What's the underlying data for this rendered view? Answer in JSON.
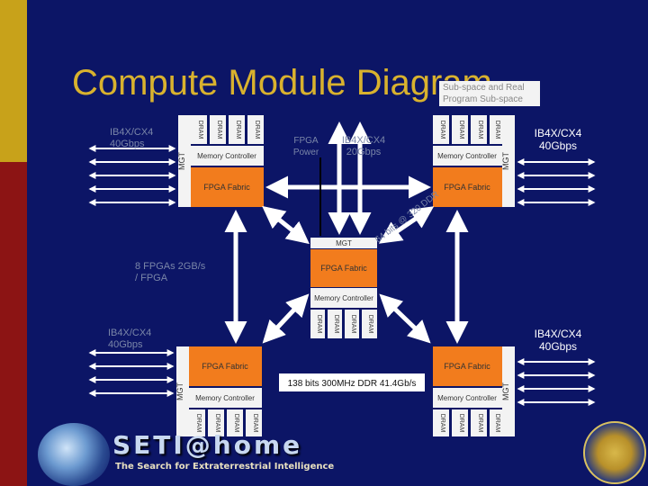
{
  "title": "Compute Module Diagram",
  "title_note": "Sub-space and Real Program Sub-space",
  "chips": {
    "dram": "DRAM",
    "memory_controller": "Memory Controller",
    "fpga_fabric": "FPGA Fabric",
    "mgt": "MGT"
  },
  "labels": {
    "ib4x_tl": "IB4X/CX4 40Gbps",
    "ib4x_tr": "IB4X/CX4 40Gbps",
    "ib4x_ml": "IB4X/CX4 40Gbps",
    "ib4x_br": "IB4X/CX4 40Gbps",
    "ib4x_center": "IB4X/CX4 20Gbps",
    "power": "FPGA Power",
    "bus_diag": "64 bits @ 320 DDR",
    "bus_bottom": "138 bits 300MHz DDR   41.4Gb/s",
    "fpga_port": "8 FPGAs 2GB/s / FPGA"
  },
  "logo": {
    "name": "SETI@home",
    "tagline": "The Search for Extraterrestrial Intelligence"
  },
  "colors": {
    "background": "#0c1566",
    "chip": "#f3f3f3",
    "fpga": "#f27c1d",
    "title": "#d9b22e",
    "arrow": "#ffffff"
  }
}
